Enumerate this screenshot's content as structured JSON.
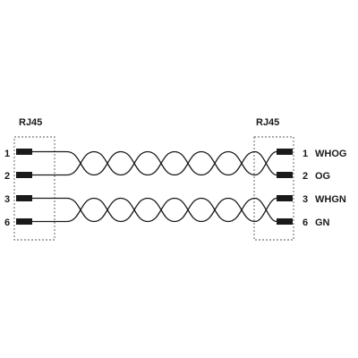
{
  "left_connector": {
    "label": "RJ45",
    "pins": [
      "1",
      "2",
      "3",
      "6"
    ]
  },
  "right_connector": {
    "label": "RJ45",
    "pins": [
      {
        "num": "1",
        "color_code": "WHOG"
      },
      {
        "num": "2",
        "color_code": "OG"
      },
      {
        "num": "3",
        "color_code": "WHGN"
      },
      {
        "num": "6",
        "color_code": "GN"
      }
    ]
  },
  "twisted_pairs": [
    {
      "pins": [
        "1",
        "2"
      ]
    },
    {
      "pins": [
        "3",
        "6"
      ]
    }
  ]
}
